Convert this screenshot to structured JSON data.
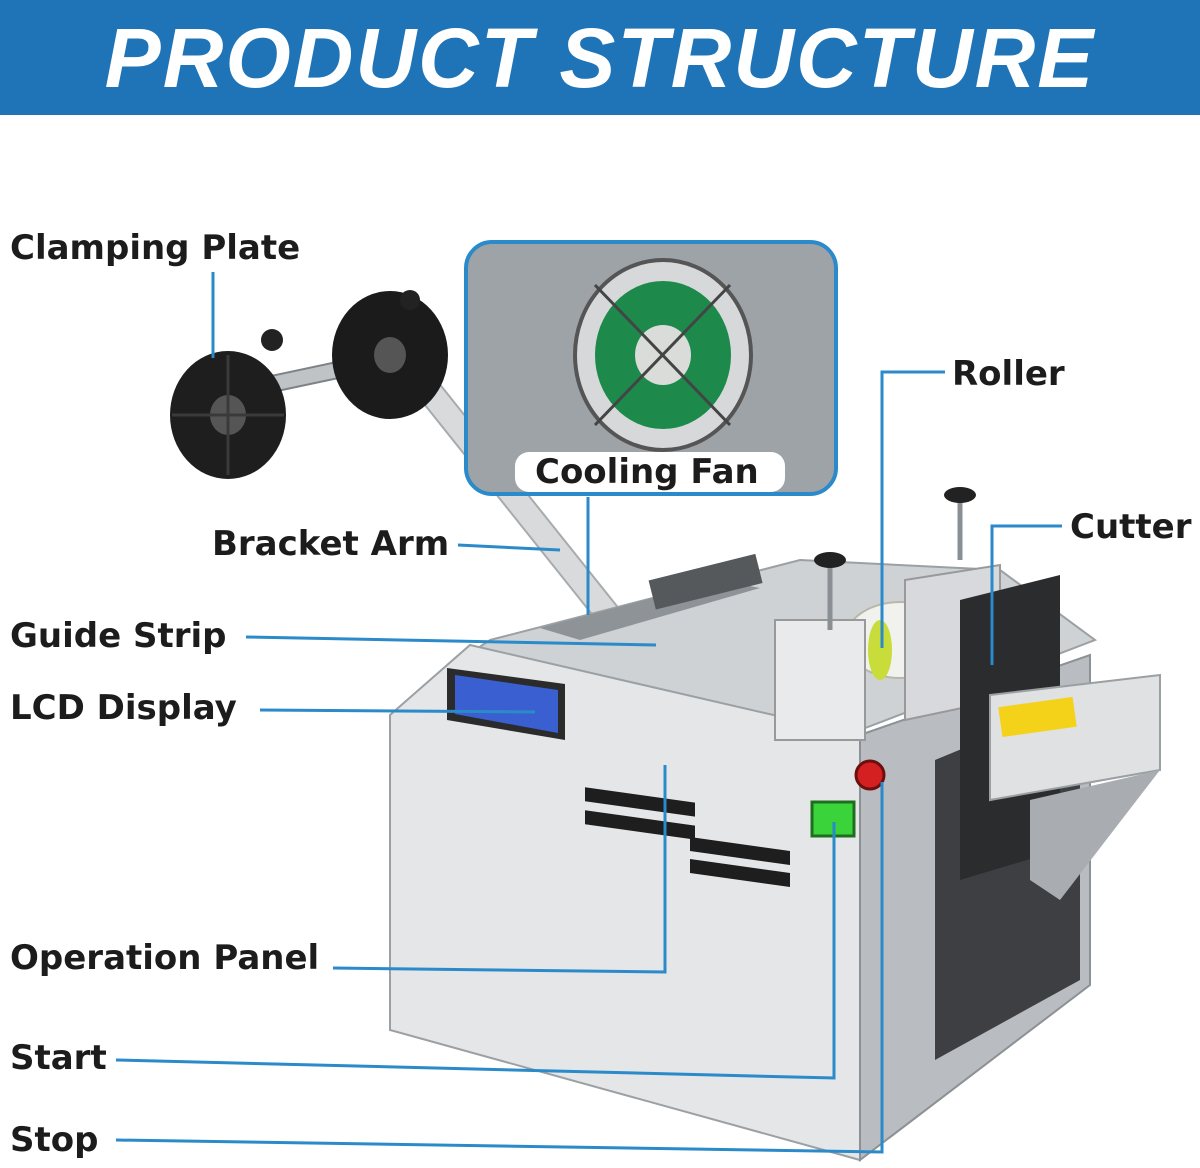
{
  "title": "PRODUCT STRUCTURE",
  "labels": {
    "clamping_plate": "Clamping Plate",
    "cooling_fan": "Cooling Fan",
    "roller": "Roller",
    "bracket_arm": "Bracket Arm",
    "cutter": "Cutter",
    "guide_strip": "Guide Strip",
    "lcd_display": "LCD Display",
    "operation_panel": "Operation Panel",
    "start": "Start",
    "stop": "Stop"
  },
  "colors": {
    "banner": "#1f74b8",
    "leader_line": "#2b8ac9",
    "machine_body": "#e4e6e8",
    "lcd_screen": "#3a5fd0",
    "start_button": "#3ad33a",
    "stop_button": "#d42020",
    "warning_label": "#f4d21a"
  }
}
